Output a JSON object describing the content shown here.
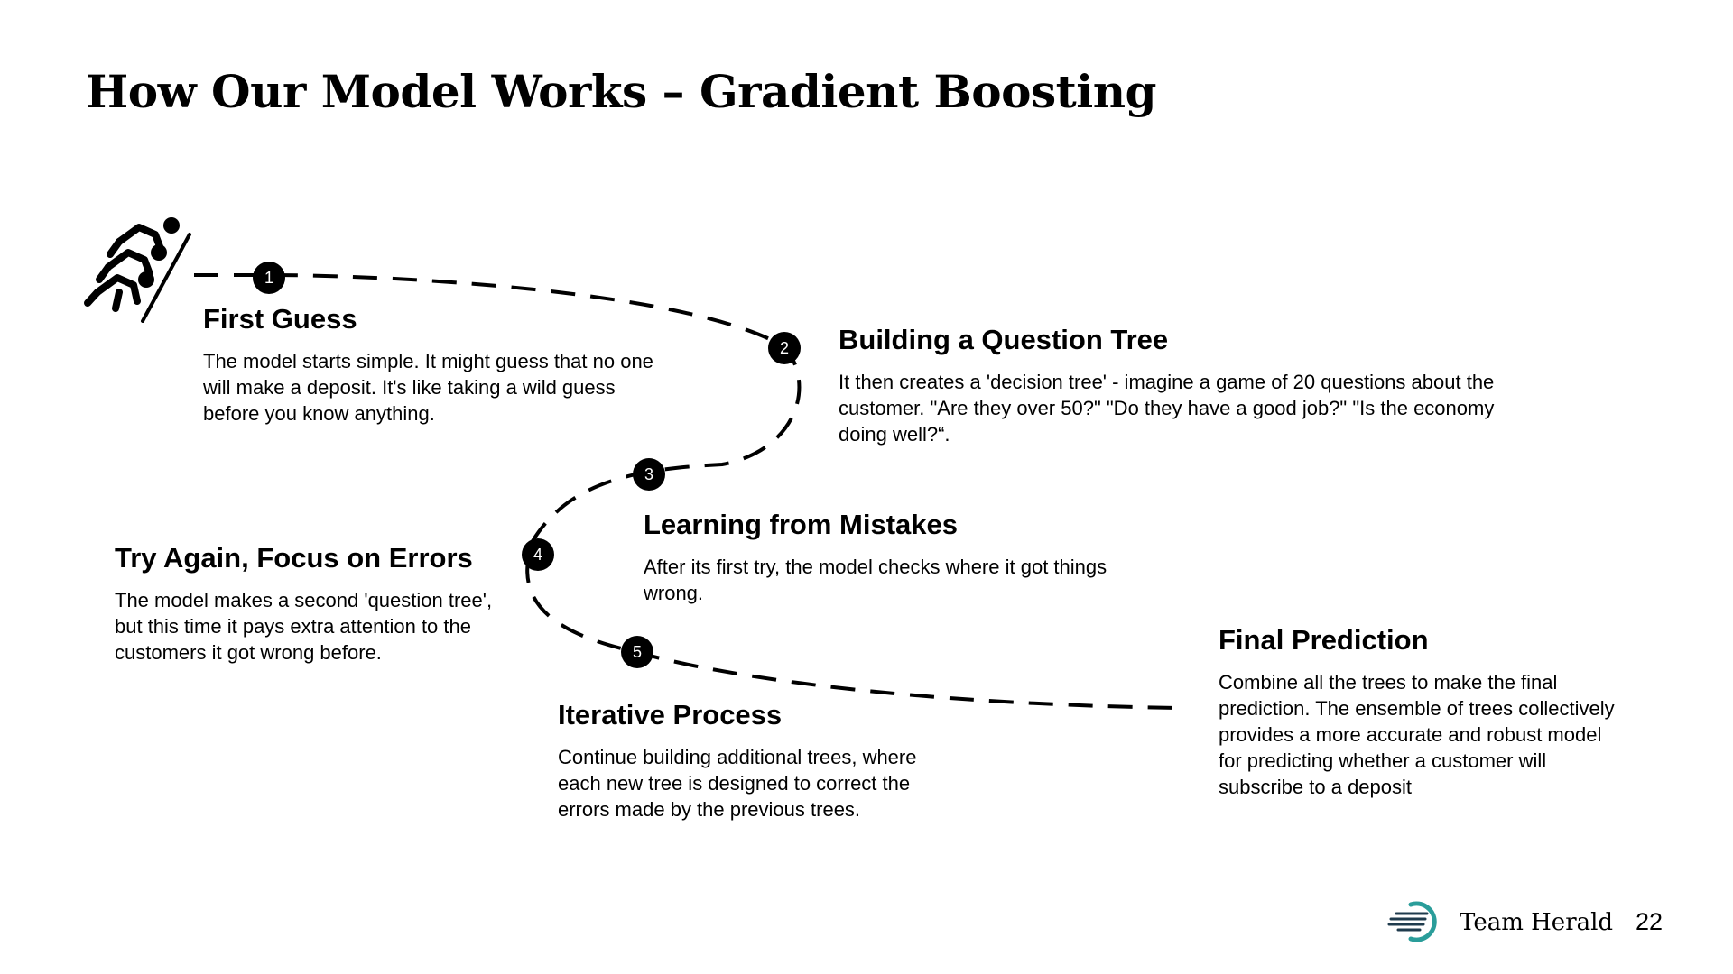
{
  "slide": {
    "title": "How Our Model Works – Gradient Boosting"
  },
  "steps": [
    {
      "number": "1",
      "heading": "First Guess",
      "body": "The model starts simple. It might guess that no one will make a deposit. It's like taking a wild guess before you know anything."
    },
    {
      "number": "2",
      "heading": "Building a Question Tree",
      "body": "It then creates a 'decision tree' - imagine a game of 20 questions about the customer. \"Are they over 50?\" \"Do they have a good job?\" \"Is the economy doing well?“."
    },
    {
      "number": "3",
      "heading": "Learning from Mistakes",
      "body": "After its first try, the model checks where it got things wrong."
    },
    {
      "number": "4",
      "heading": "Try Again, Focus on Errors",
      "body": "The model makes a second 'question tree', but this time it pays extra attention to the customers it got wrong before."
    },
    {
      "number": "5",
      "heading": "Iterative Process",
      "body": "Continue building additional trees, where each new tree is designed to correct the errors made by the previous trees."
    },
    {
      "heading": "Final Prediction",
      "body": "Combine all the trees to make the final prediction. The ensemble of trees collectively provides a more accurate and robust model for predicting whether a customer will subscribe to a deposit"
    }
  ],
  "icons": {
    "start": "runners-start-icon",
    "footer": "team-herald-logo-icon"
  },
  "footer": {
    "team_name": "Team Herald",
    "page_number": "22"
  },
  "colors": {
    "text": "#000000",
    "path": "#000000",
    "logo_accent": "#2a9d9a",
    "logo_dark": "#1f3b4d"
  }
}
